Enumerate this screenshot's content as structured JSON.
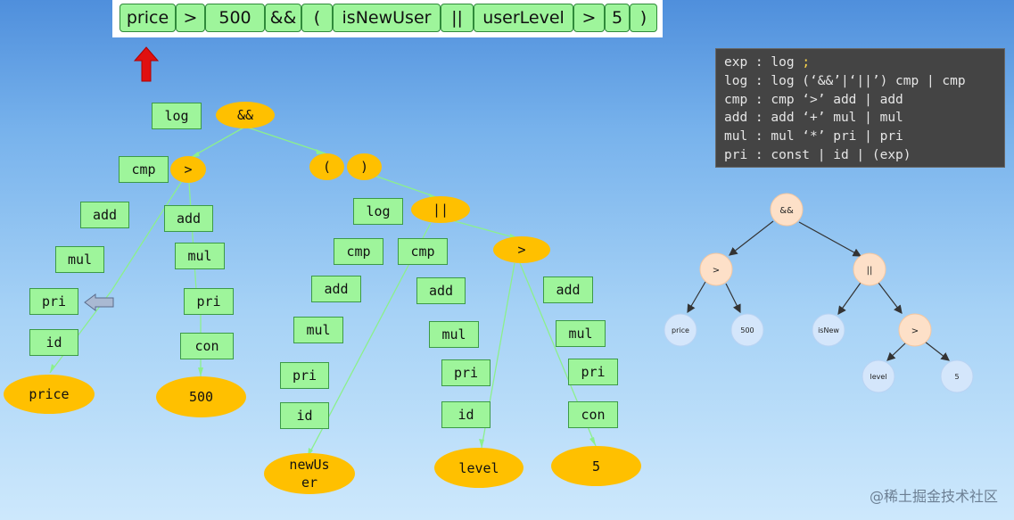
{
  "tokens": [
    "price",
    ">",
    "500",
    "&&",
    "(",
    "isNewUser",
    "||",
    "userLevel",
    ">",
    "5",
    ")"
  ],
  "parse_tree": {
    "root_log": "log",
    "root_op": "&&",
    "left": {
      "cmp": "cmp",
      "op": ">",
      "left_chain": [
        "add",
        "mul",
        "pri",
        "id"
      ],
      "left_leaf": "price",
      "right_chain": [
        "add",
        "mul",
        "pri",
        "con"
      ],
      "right_leaf": "500"
    },
    "paren_open": "(",
    "paren_close": ")",
    "right": {
      "log": "log",
      "op": "||",
      "left_cmp": "cmp",
      "left_chain": [
        "add",
        "mul",
        "pri",
        "id"
      ],
      "left_leaf": "newUs\ner",
      "right_cmp": "cmp",
      "right_op": ">",
      "right_left_chain": [
        "add",
        "mul",
        "pri",
        "id"
      ],
      "right_left_leaf": "level",
      "right_right_chain": [
        "add",
        "mul",
        "pri",
        "con"
      ],
      "right_right_leaf": "5"
    }
  },
  "grammar": {
    "exp_line": "exp : log ",
    "exp_semi": ";",
    "lines": [
      "log : log (‘&&’|‘||’) cmp | cmp",
      "cmp : cmp ‘>’ add | add",
      "add : add ‘+’ mul | mul",
      "mul : mul ‘*’ pri | pri",
      "pri : const | id | (exp)"
    ]
  },
  "ast": {
    "root": "&&",
    "left_op": ">",
    "right_op": "||",
    "price": "price",
    "n500": "500",
    "isNew": "isNew",
    "inner_op": ">",
    "level": "level",
    "five": "5"
  },
  "colors": {
    "node_green": "#9ef59b",
    "leaf_orange": "#ffc000",
    "ast_orange": "#fde0c8",
    "ast_blue": "#d4e6fb",
    "pointer_red": "#e01010"
  },
  "watermark": "@稀土掘金技术社区"
}
